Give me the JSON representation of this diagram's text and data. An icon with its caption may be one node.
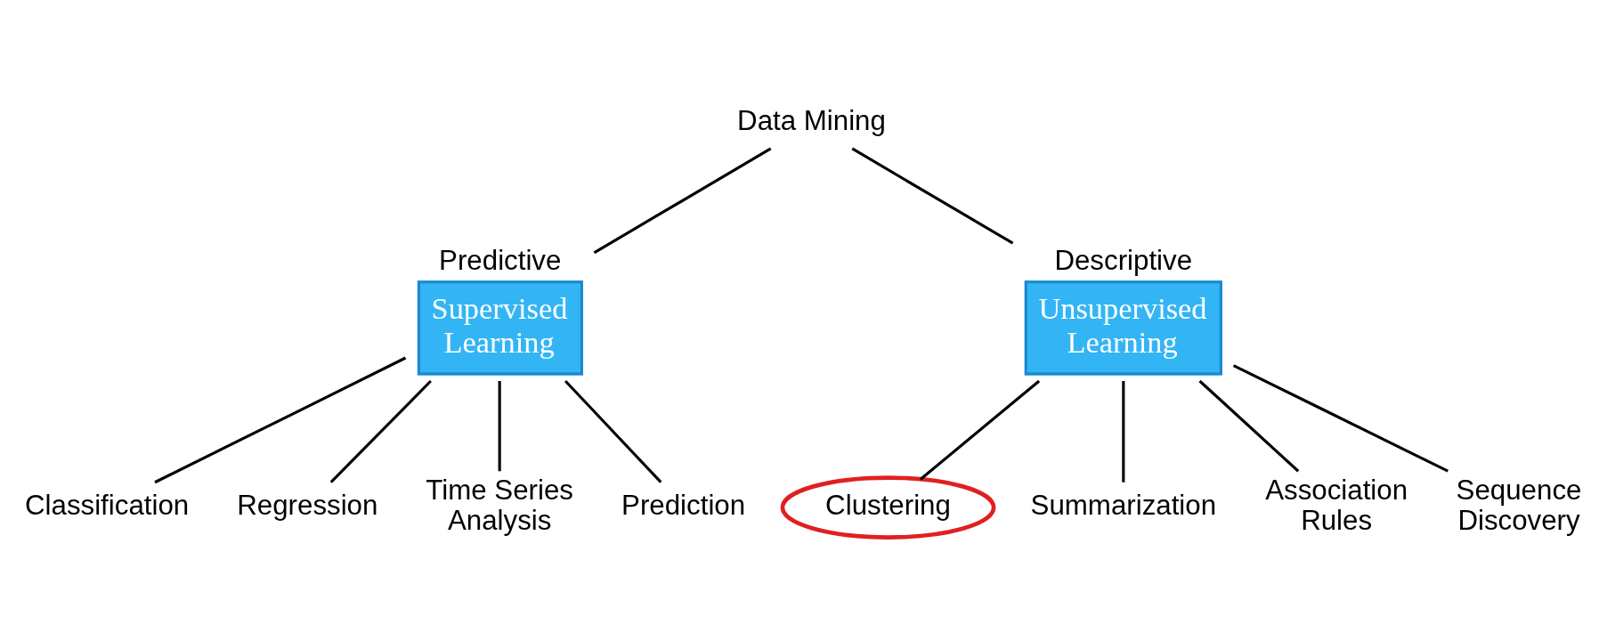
{
  "diagram": {
    "nodes": [
      {
        "text": [
          "Data Mining"
        ]
      },
      {
        "text": [
          "Predictive",
          "Supervised Learning"
        ]
      },
      {
        "text": [
          "Descriptive",
          "Unsupervised Learning"
        ]
      },
      {
        "text": [
          "Classification"
        ]
      },
      {
        "text": [
          "Regression"
        ]
      },
      {
        "text": [
          "Time Series Analysis"
        ]
      },
      {
        "text": [
          "Prediction"
        ]
      },
      {
        "text": [
          "Clustering"
        ]
      },
      {
        "text": [
          "Summarization"
        ]
      },
      {
        "text": [
          "Association Rules"
        ]
      },
      {
        "text": [
          "Sequence Discovery"
        ]
      }
    ],
    "edges": [
      {
        "from": 0,
        "to": 1,
        "arrow": "none"
      },
      {
        "from": 0,
        "to": 2,
        "arrow": "none"
      },
      {
        "from": 1,
        "to": 3,
        "arrow": "none"
      },
      {
        "from": 1,
        "to": 4,
        "arrow": "none"
      },
      {
        "from": 1,
        "to": 5,
        "arrow": "none"
      },
      {
        "from": 1,
        "to": 6,
        "arrow": "none"
      },
      {
        "from": 2,
        "to": 7,
        "arrow": "none"
      },
      {
        "from": 2,
        "to": 8,
        "arrow": "none"
      },
      {
        "from": 2,
        "to": 9,
        "arrow": "none"
      },
      {
        "from": 2,
        "to": 10,
        "arrow": "none"
      }
    ]
  }
}
